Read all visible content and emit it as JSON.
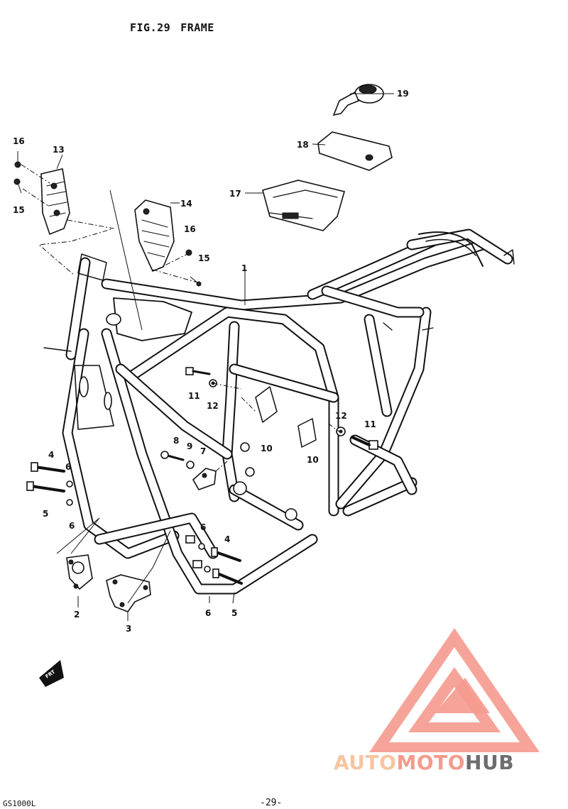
{
  "figure": {
    "number": "FIG.29",
    "title": "FRAME"
  },
  "callouts": {
    "c1": "1",
    "c2": "2",
    "c3": "3",
    "c4a": "4",
    "c4b": "4",
    "c5a": "5",
    "c5b": "5",
    "c6a": "6",
    "c6b": "6",
    "c6c": "6",
    "c6d": "6",
    "c7": "7",
    "c8": "8",
    "c9": "9",
    "c10a": "10",
    "c10b": "10",
    "c11a": "11",
    "c11b": "11",
    "c12a": "12",
    "c12b": "12",
    "c13": "13",
    "c14": "14",
    "c15a": "15",
    "c15b": "15",
    "c16a": "16",
    "c16b": "16",
    "c17": "17",
    "c18": "18",
    "c19": "19"
  },
  "front_marker": "FRT",
  "page_number": "-29-",
  "footer_code": "GS1000L",
  "watermark": {
    "part1": "AUTO",
    "part2": "MOTO",
    "part3": "HUB"
  },
  "colors": {
    "watermark_red": "#f59a8e",
    "watermark_orange": "#f7c59f",
    "watermark_gray": "#6d6d6d"
  }
}
